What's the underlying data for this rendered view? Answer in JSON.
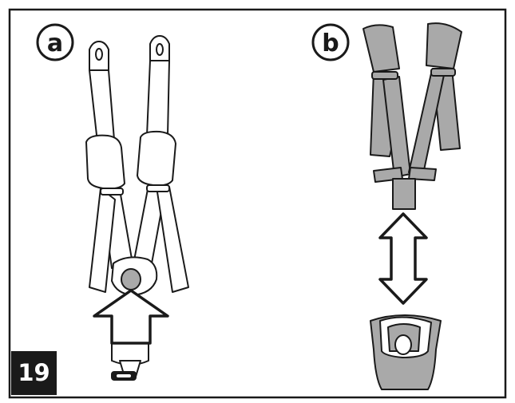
{
  "figure": {
    "step_number": "19",
    "panels": [
      {
        "label": "a"
      },
      {
        "label": "b"
      }
    ]
  },
  "colors": {
    "outline": "#1a1a1a",
    "strap_fill": "#ffffff",
    "strap_fill_b": "#a9a9a9",
    "badge_bg": "#1a1a1a",
    "badge_text": "#ffffff"
  },
  "icons": {
    "insert_arrow": "up-arrow-icon",
    "adjust_arrow": "double-vertical-arrow-icon"
  }
}
